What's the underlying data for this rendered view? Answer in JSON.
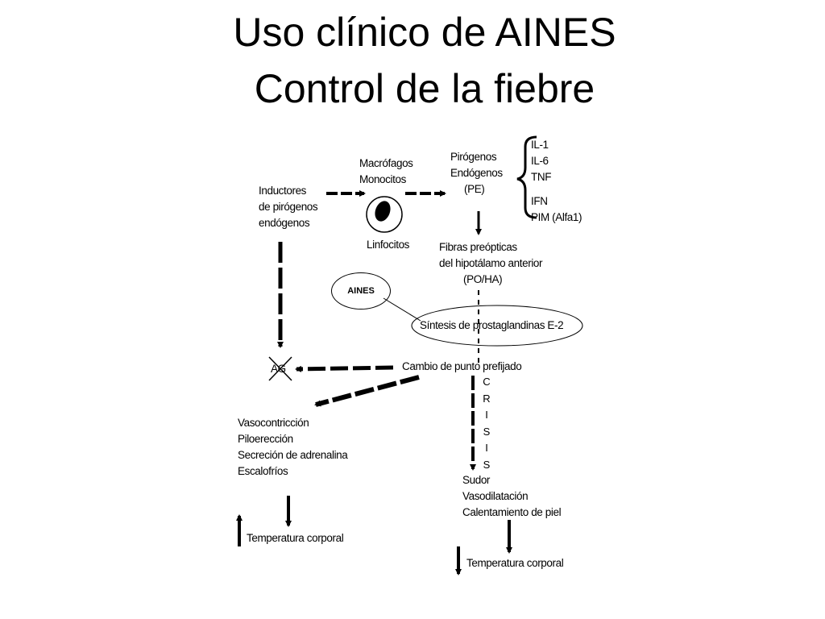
{
  "slide": {
    "title_line1": "Uso clínico de AINES",
    "title_line2": "Control de la fiebre"
  },
  "diagram": {
    "inductores": [
      "Inductores",
      "de pirógenos",
      "endógenos"
    ],
    "macrofagos": [
      "Macrófagos",
      "Monocitos"
    ],
    "linfocitos": "Linfocitos",
    "pirogenos": [
      "Pirógenos",
      "Endógenos",
      "(PE)"
    ],
    "pe_list": [
      "IL-1",
      "IL-6",
      "TNF",
      "IFN",
      "PIM (Alfa1)"
    ],
    "fibras": [
      "Fibras preópticas",
      "del hipotálamo anterior",
      "(PO/HA)"
    ],
    "aines": "AINES",
    "sintesis": "Síntesis de prostaglandinas E-2",
    "ag": "AG",
    "cambio": "Cambio de punto prefijado",
    "crisis": [
      "C",
      "R",
      "I",
      "S",
      "I",
      "S"
    ],
    "left_effects": [
      "Vasocontricción",
      "Piloerección",
      "Secreción de adrenalina",
      "Escalofríos"
    ],
    "right_effects": [
      "Sudor",
      "Vasodilatación",
      "Calentamiento de piel"
    ],
    "temp_left": "Temperatura corporal",
    "temp_right": "Temperatura corporal"
  }
}
